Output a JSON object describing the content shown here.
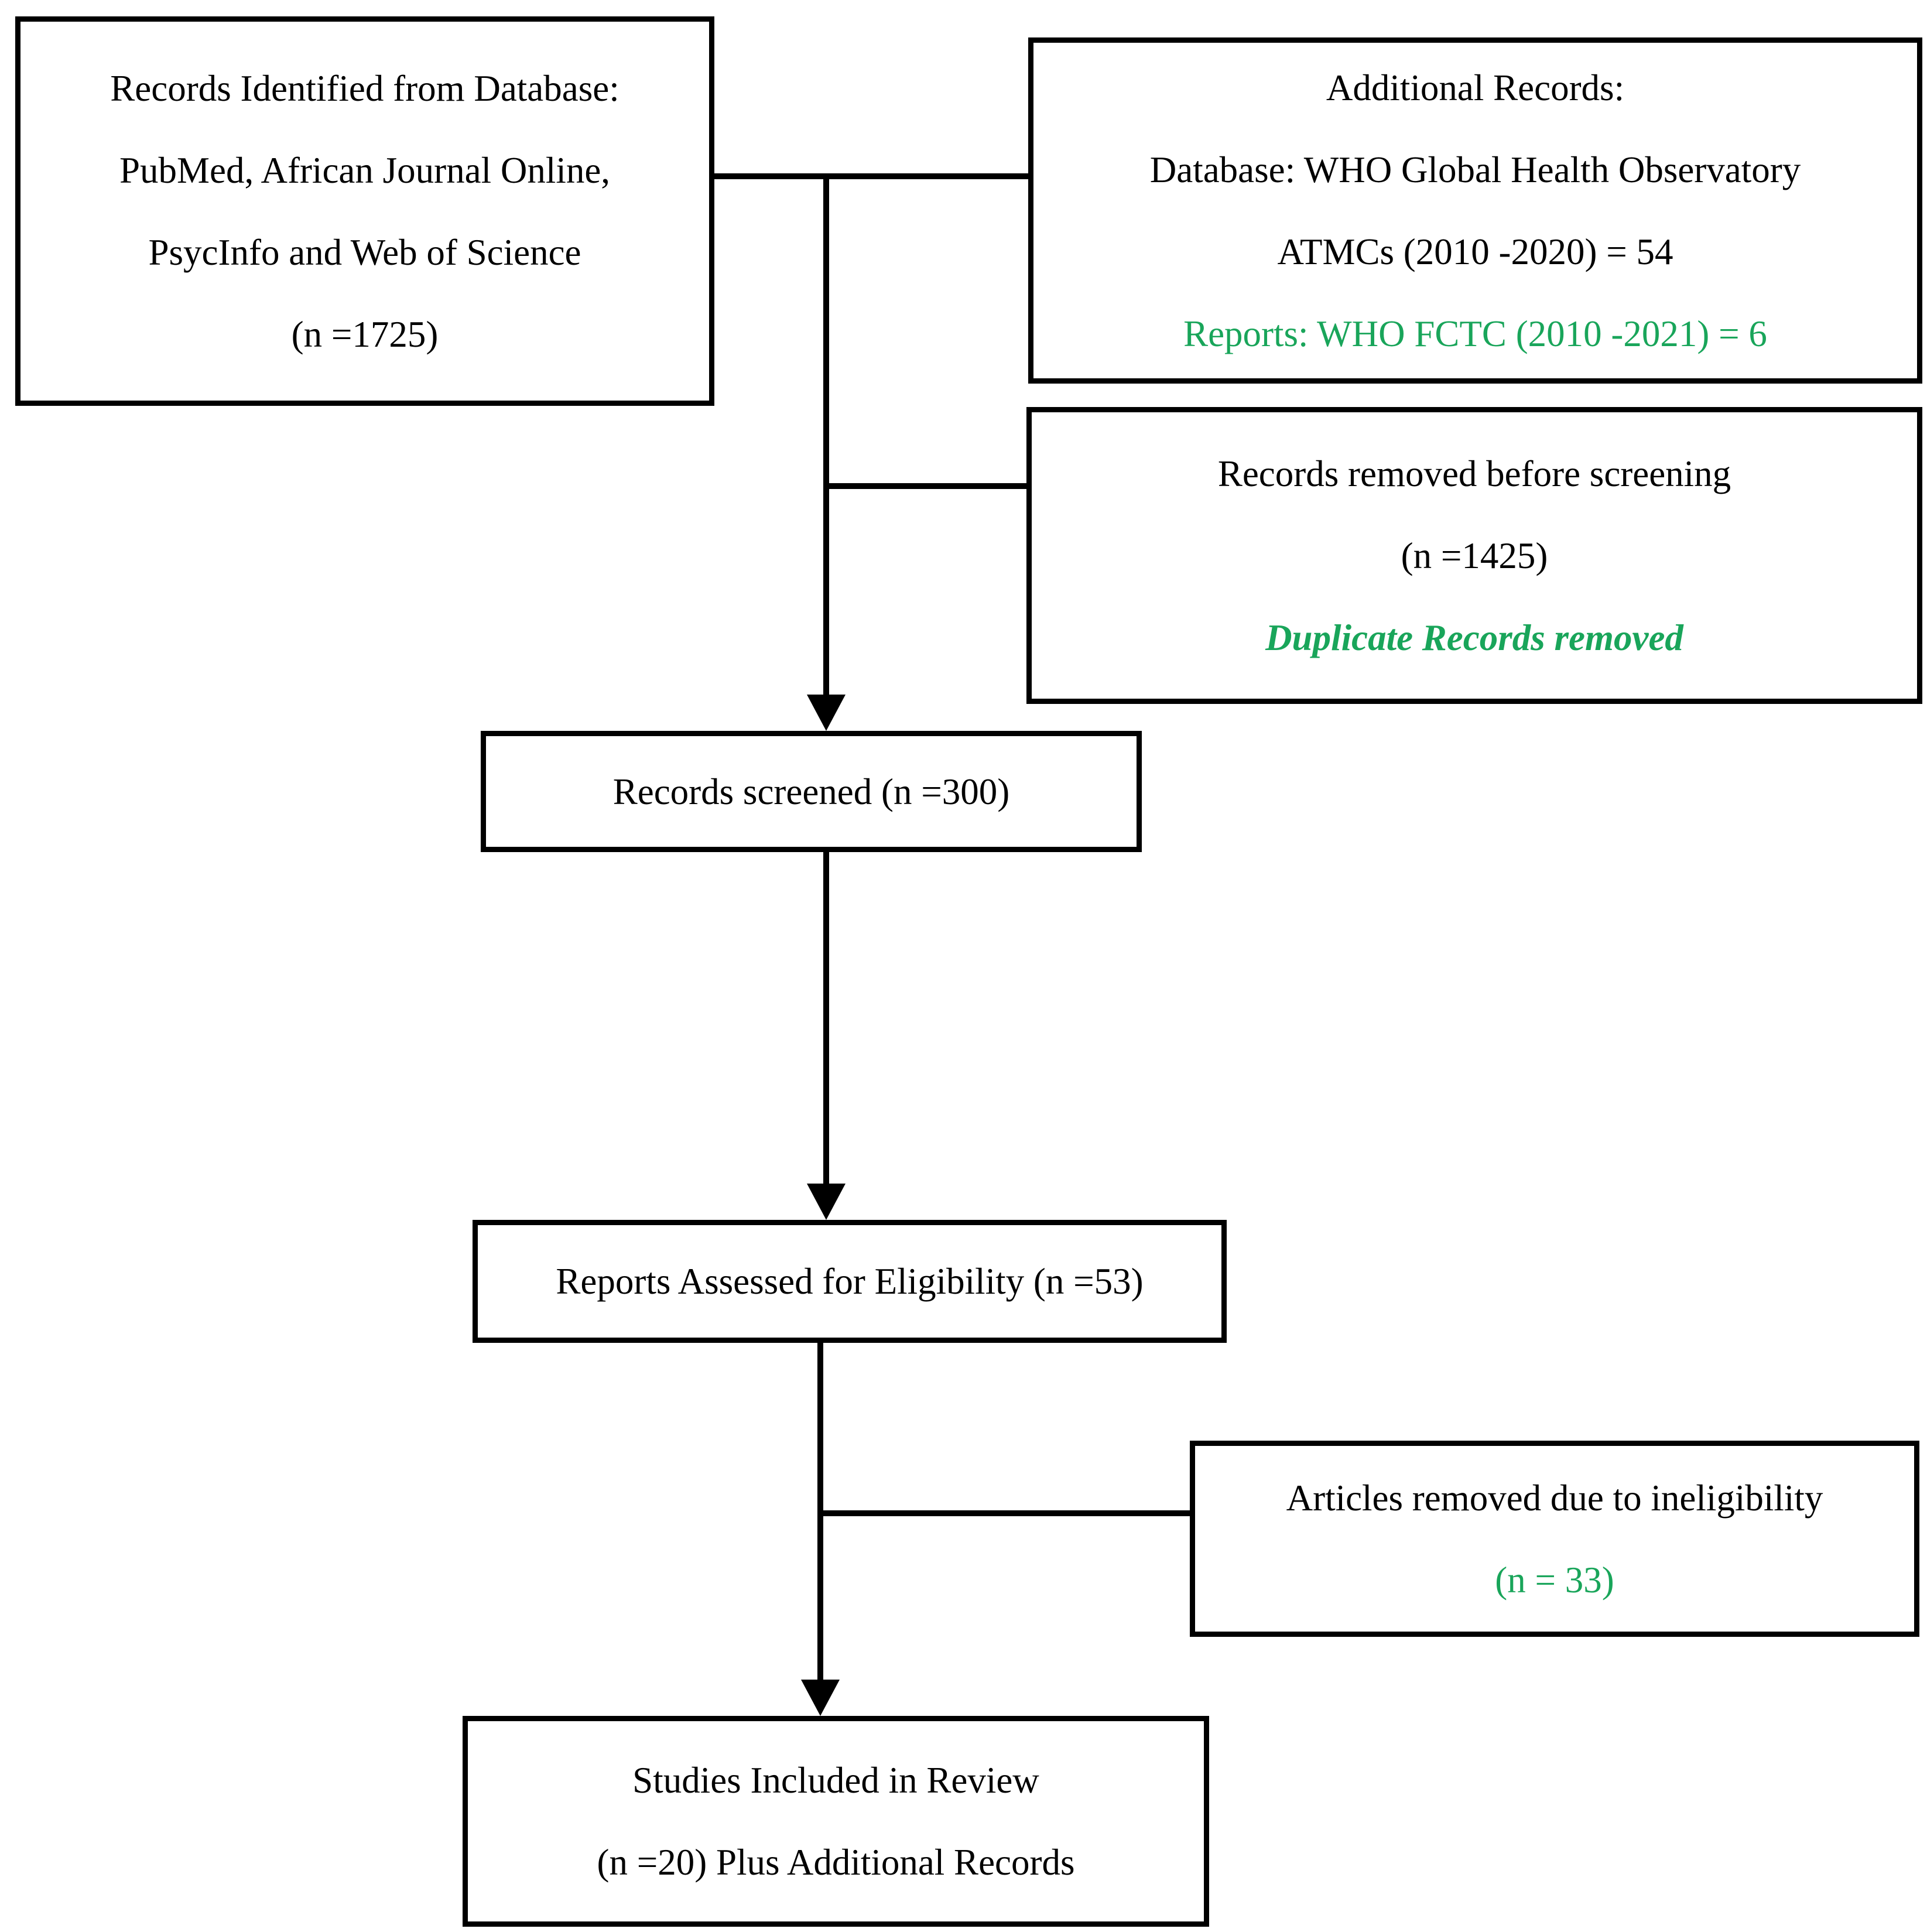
{
  "diagram": {
    "background_color": "#ffffff",
    "line_color": "#000000",
    "accent_green": "#19a55a",
    "boxes": {
      "identification": {
        "lines": [
          "Records Identified from Database:",
          "PubMed, African Journal Online,",
          "PsycInfo and Web of Science",
          "(n =1725)"
        ]
      },
      "additional": {
        "lines": [
          "Additional Records:",
          "Database: WHO Global Health Observatory",
          "ATMCs (2010 -2020) = 54",
          "Reports: WHO FCTC (2010 -2021) = 6"
        ]
      },
      "removed_before_screening": {
        "lines": [
          "Records removed before screening",
          "(n =1425)",
          "Duplicate Records removed"
        ]
      },
      "screened": {
        "lines": [
          "Records screened (n =300)"
        ]
      },
      "assessed": {
        "lines": [
          "Reports Assessed for Eligibility (n =53)"
        ]
      },
      "ineligible": {
        "lines": [
          "Articles removed due to ineligibility",
          "(n = 33)"
        ]
      },
      "included": {
        "lines": [
          "Studies Included in Review",
          "(n =20) Plus Additional Records"
        ]
      }
    }
  }
}
